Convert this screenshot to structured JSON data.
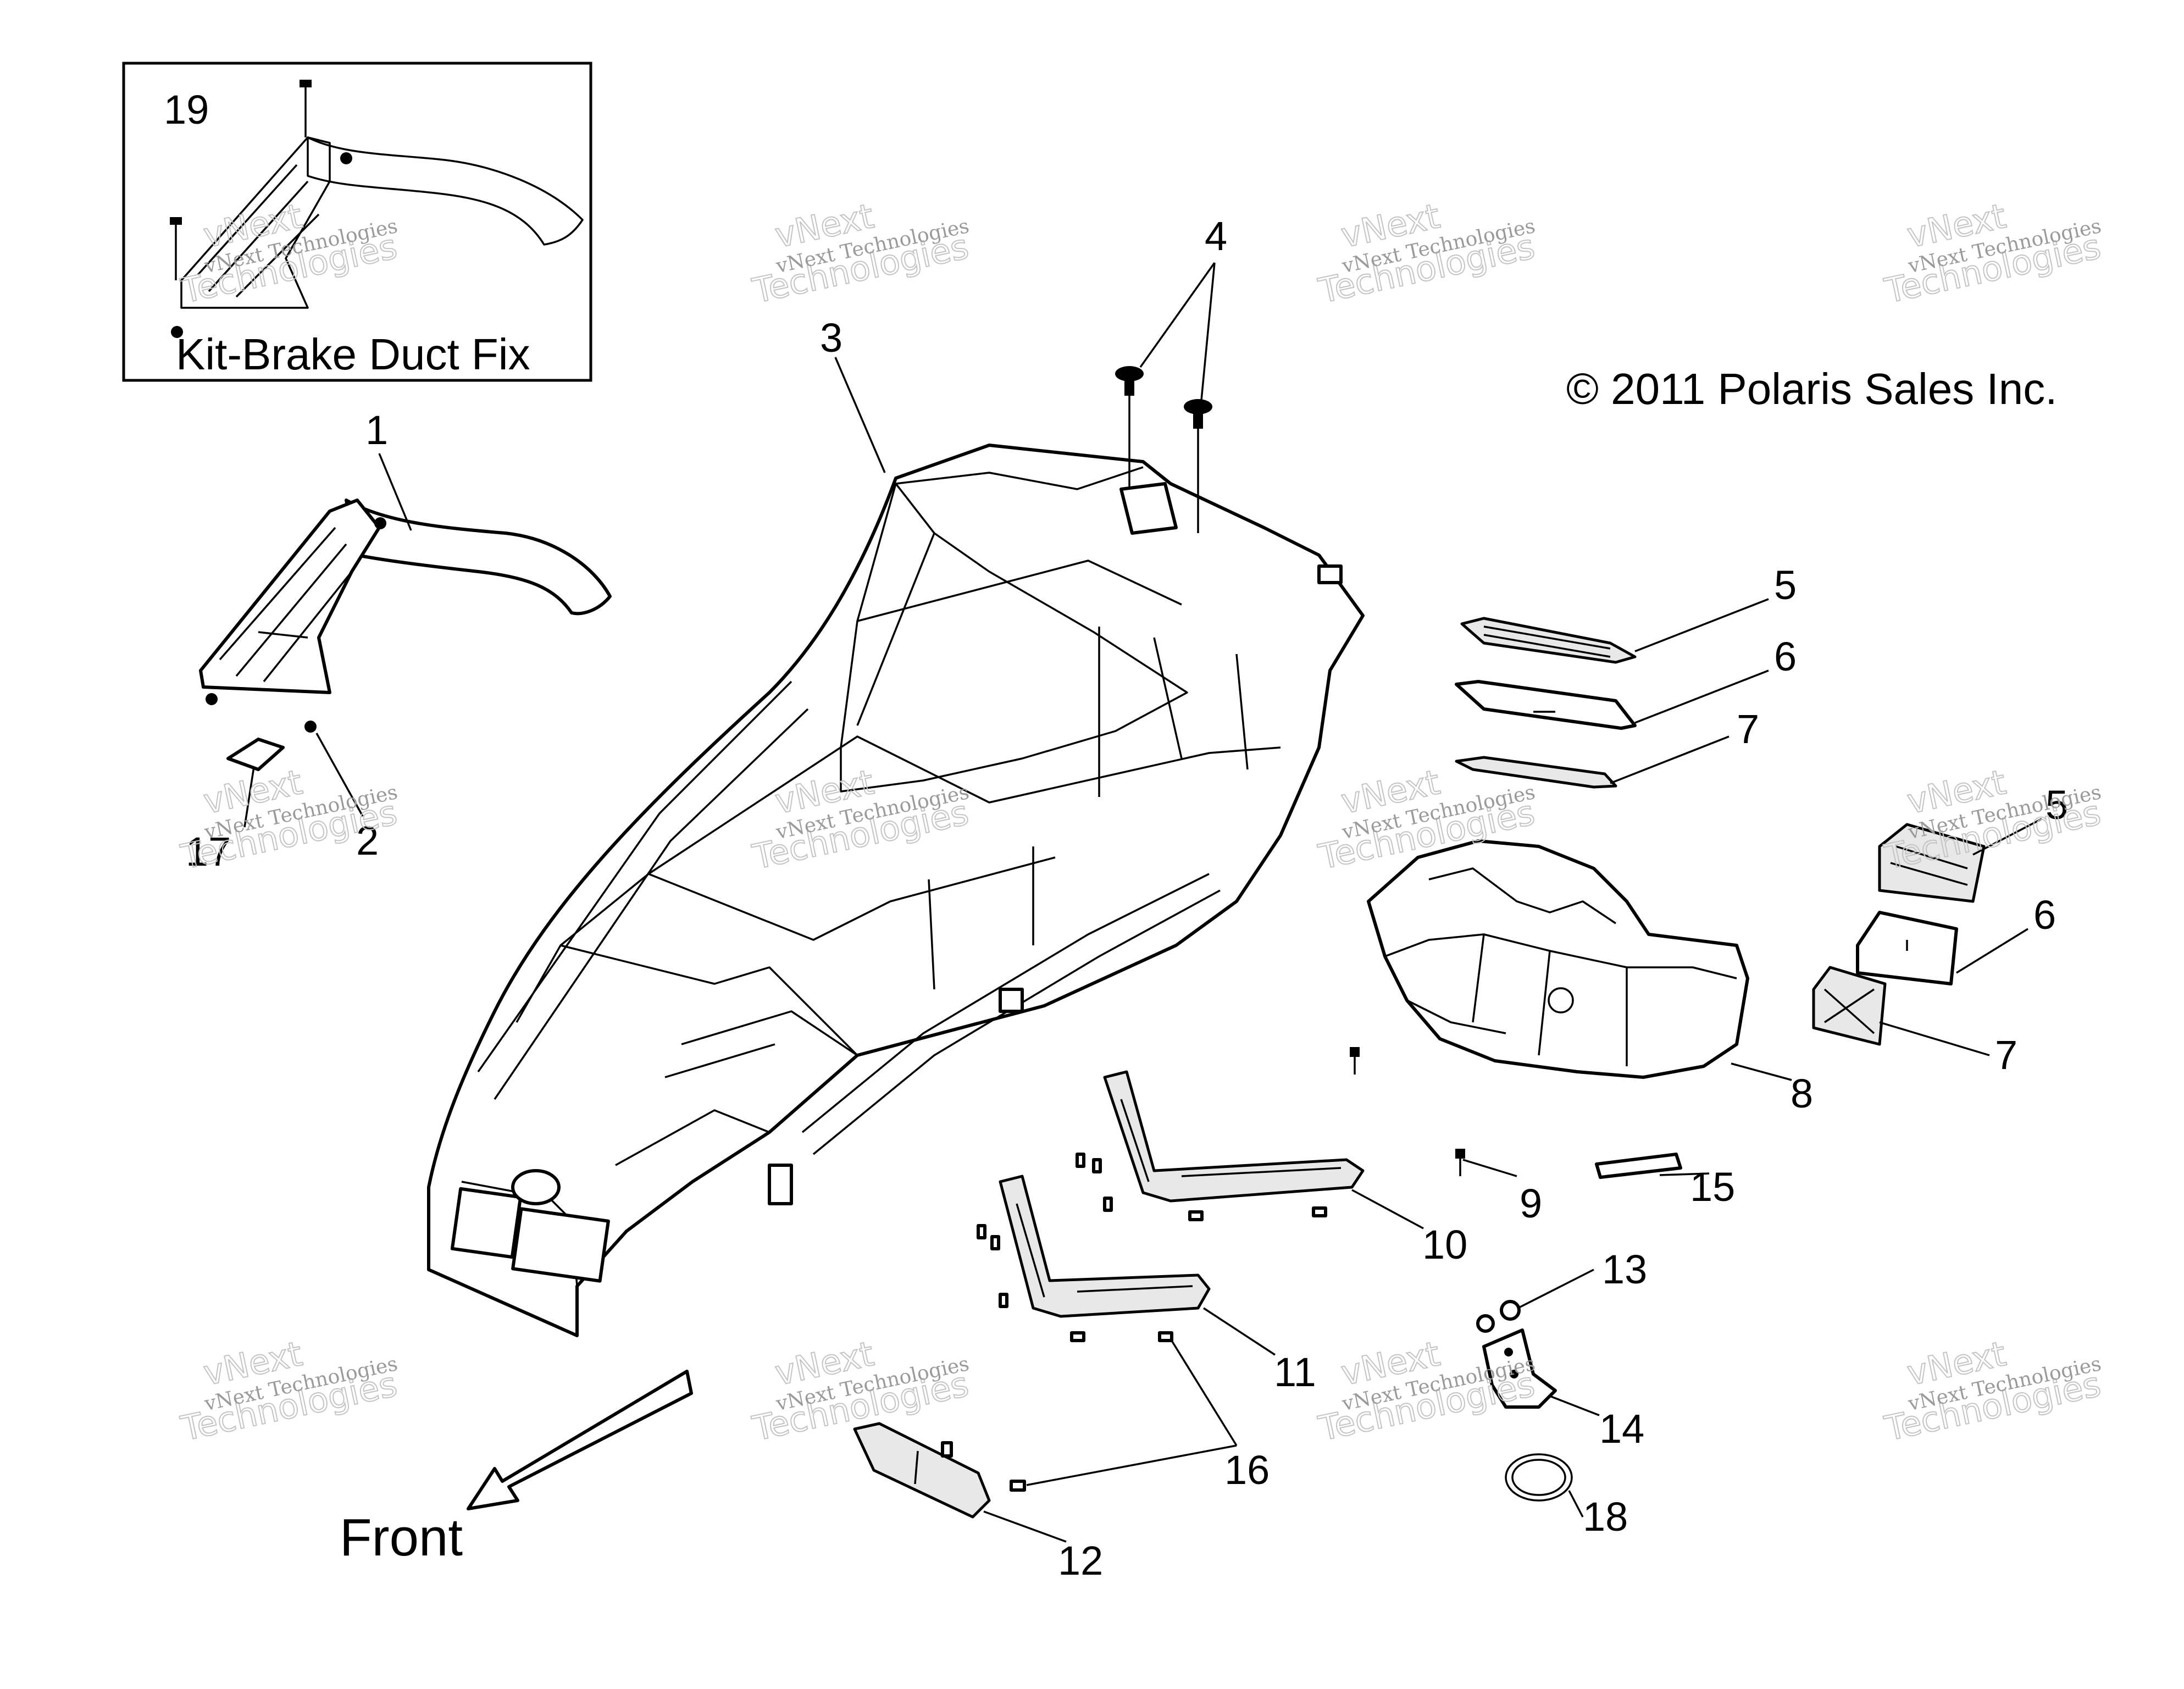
{
  "inset": {
    "number": "19",
    "label": "Kit-Brake Duct Fix"
  },
  "copyright": "© 2011 Polaris Sales Inc.",
  "front_label": "Front",
  "watermark": {
    "line1": "vNext Technologies",
    "line2": "vNext",
    "line3": "Technologies"
  },
  "callouts": [
    {
      "id": "c1",
      "text": "1"
    },
    {
      "id": "c2",
      "text": "2"
    },
    {
      "id": "c3",
      "text": "3"
    },
    {
      "id": "c4",
      "text": "4"
    },
    {
      "id": "c5a",
      "text": "5"
    },
    {
      "id": "c6a",
      "text": "6"
    },
    {
      "id": "c7a",
      "text": "7"
    },
    {
      "id": "c5b",
      "text": "5"
    },
    {
      "id": "c6b",
      "text": "6"
    },
    {
      "id": "c7b",
      "text": "7"
    },
    {
      "id": "c8",
      "text": "8"
    },
    {
      "id": "c9",
      "text": "9"
    },
    {
      "id": "c10",
      "text": "10"
    },
    {
      "id": "c11",
      "text": "11"
    },
    {
      "id": "c12",
      "text": "12"
    },
    {
      "id": "c13",
      "text": "13"
    },
    {
      "id": "c14",
      "text": "14"
    },
    {
      "id": "c15",
      "text": "15"
    },
    {
      "id": "c16",
      "text": "16"
    },
    {
      "id": "c17",
      "text": "17"
    },
    {
      "id": "c18",
      "text": "18"
    }
  ]
}
